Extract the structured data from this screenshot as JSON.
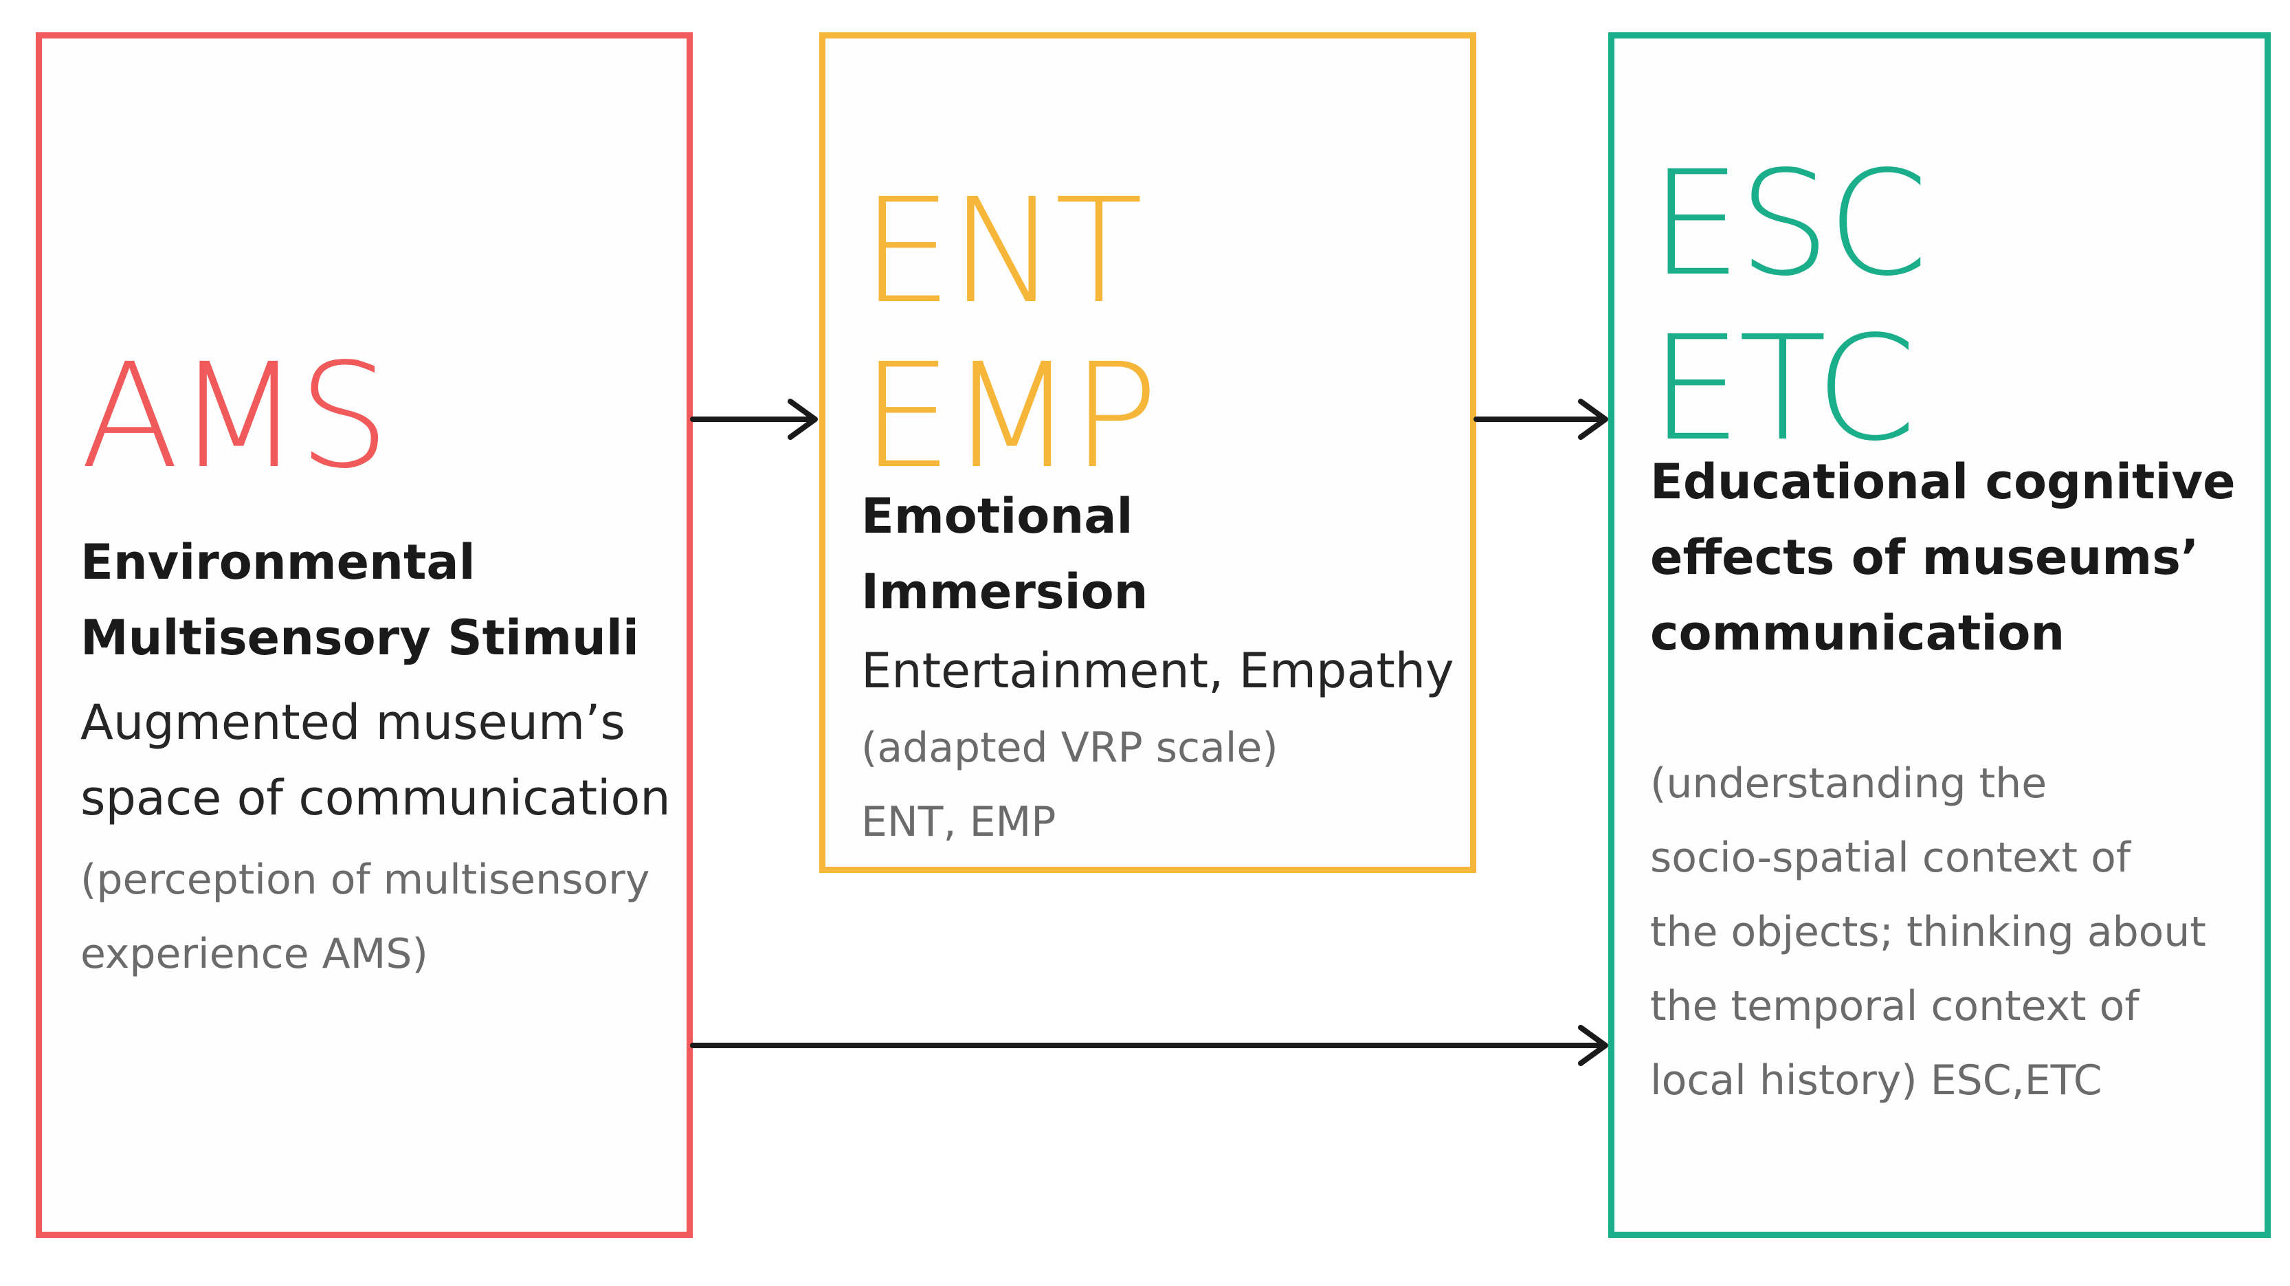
{
  "colors": {
    "ams": "#f05a5a",
    "ent": "#f5b63a",
    "esc": "#1bae8a",
    "arrow": "#1a1a1a"
  },
  "boxes": {
    "ams": {
      "codes": [
        "AMS"
      ],
      "heading": [
        "Environmental",
        "Multisensory Stimuli"
      ],
      "subtitle": [
        "Augmented museum’s",
        "space of communication"
      ],
      "note": [
        "(perception of multisensory",
        "experience AMS)"
      ]
    },
    "ent": {
      "codes": [
        "ENT",
        "EMP"
      ],
      "heading": [
        "Emotional",
        "Immersion"
      ],
      "subtitle": [
        "Entertainment, Empathy"
      ],
      "note": [
        "(adapted VRP scale)",
        "ENT, EMP"
      ]
    },
    "esc": {
      "codes": [
        "ESC",
        "ETC"
      ],
      "heading": [
        "Educational cognitive",
        "effects of museums’",
        "communication"
      ],
      "note": [
        "(understanding the",
        "socio-spatial context of",
        "the objects; thinking about",
        "the temporal context of",
        "local history)  ESC,ETC"
      ]
    }
  },
  "arrows": [
    {
      "from": "ams",
      "to": "ent"
    },
    {
      "from": "ent",
      "to": "esc"
    },
    {
      "from": "ams",
      "to": "esc"
    }
  ]
}
